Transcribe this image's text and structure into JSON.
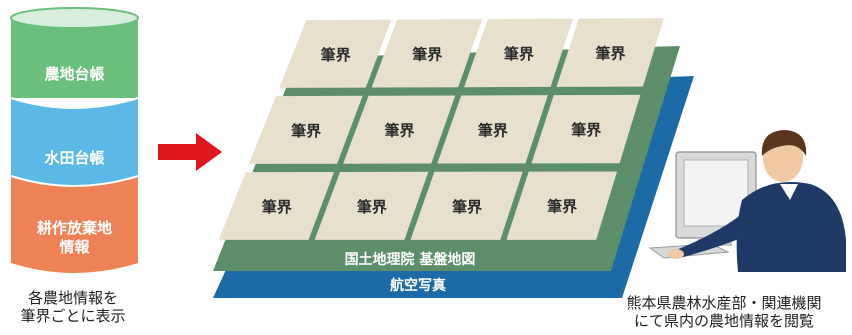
{
  "cylinder": {
    "layers": [
      {
        "label": "農地台帳",
        "color": "#6abf7b"
      },
      {
        "label": "水田台帳",
        "color": "#5cb8e6"
      },
      {
        "label_lines": [
          "耕作放棄地",
          "情報"
        ],
        "color": "#ee8155"
      }
    ],
    "caption_lines": [
      "各農地情報を",
      "筆界ごとに表示"
    ]
  },
  "arrow_color": "#e0161f",
  "plane": {
    "parcel_label": "筆界",
    "parcel_rows": 3,
    "parcel_cols": 4,
    "parcel_color": "#e6e0cd",
    "layers": [
      {
        "label": "国土地理院 基盤地図",
        "color": "#5c8e6a"
      },
      {
        "label": "航空写真",
        "color": "#1c6aa6"
      }
    ]
  },
  "user": {
    "caption_lines": [
      "熊本県農林水産部・関連機関",
      "にて県内の農地情報を閲覧"
    ]
  }
}
